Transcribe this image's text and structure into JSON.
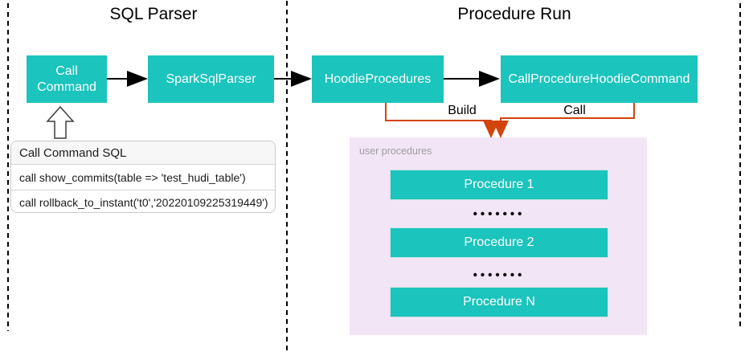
{
  "sections": {
    "sql_parser": {
      "title": "SQL Parser"
    },
    "procedure_run": {
      "title": "Procedure Run"
    }
  },
  "nodes": {
    "call_command": "Call Command",
    "spark_sql_parser": "SparkSqlParser",
    "hoodie_procedures": "HoodieProcedures",
    "call_procedure_hoodie_command": "CallProcedureHoodieCommand"
  },
  "edges": {
    "build_label": "Build",
    "call_label": "Call"
  },
  "sql_panel": {
    "title": "Call Command SQL",
    "rows": [
      "call show_commits(table => 'test_hudi_table')",
      "call rollback_to_instant('t0','20220109225319449')"
    ]
  },
  "user_procedures": {
    "label": "user procedures",
    "items": [
      "Procedure 1",
      "Procedure 2",
      "Procedure N"
    ],
    "ellipsis": "•••••••"
  },
  "colors": {
    "node_teal": "#1bc4bc",
    "connector_orange": "#d3440c",
    "container_lavender": "#f2e5f6"
  }
}
